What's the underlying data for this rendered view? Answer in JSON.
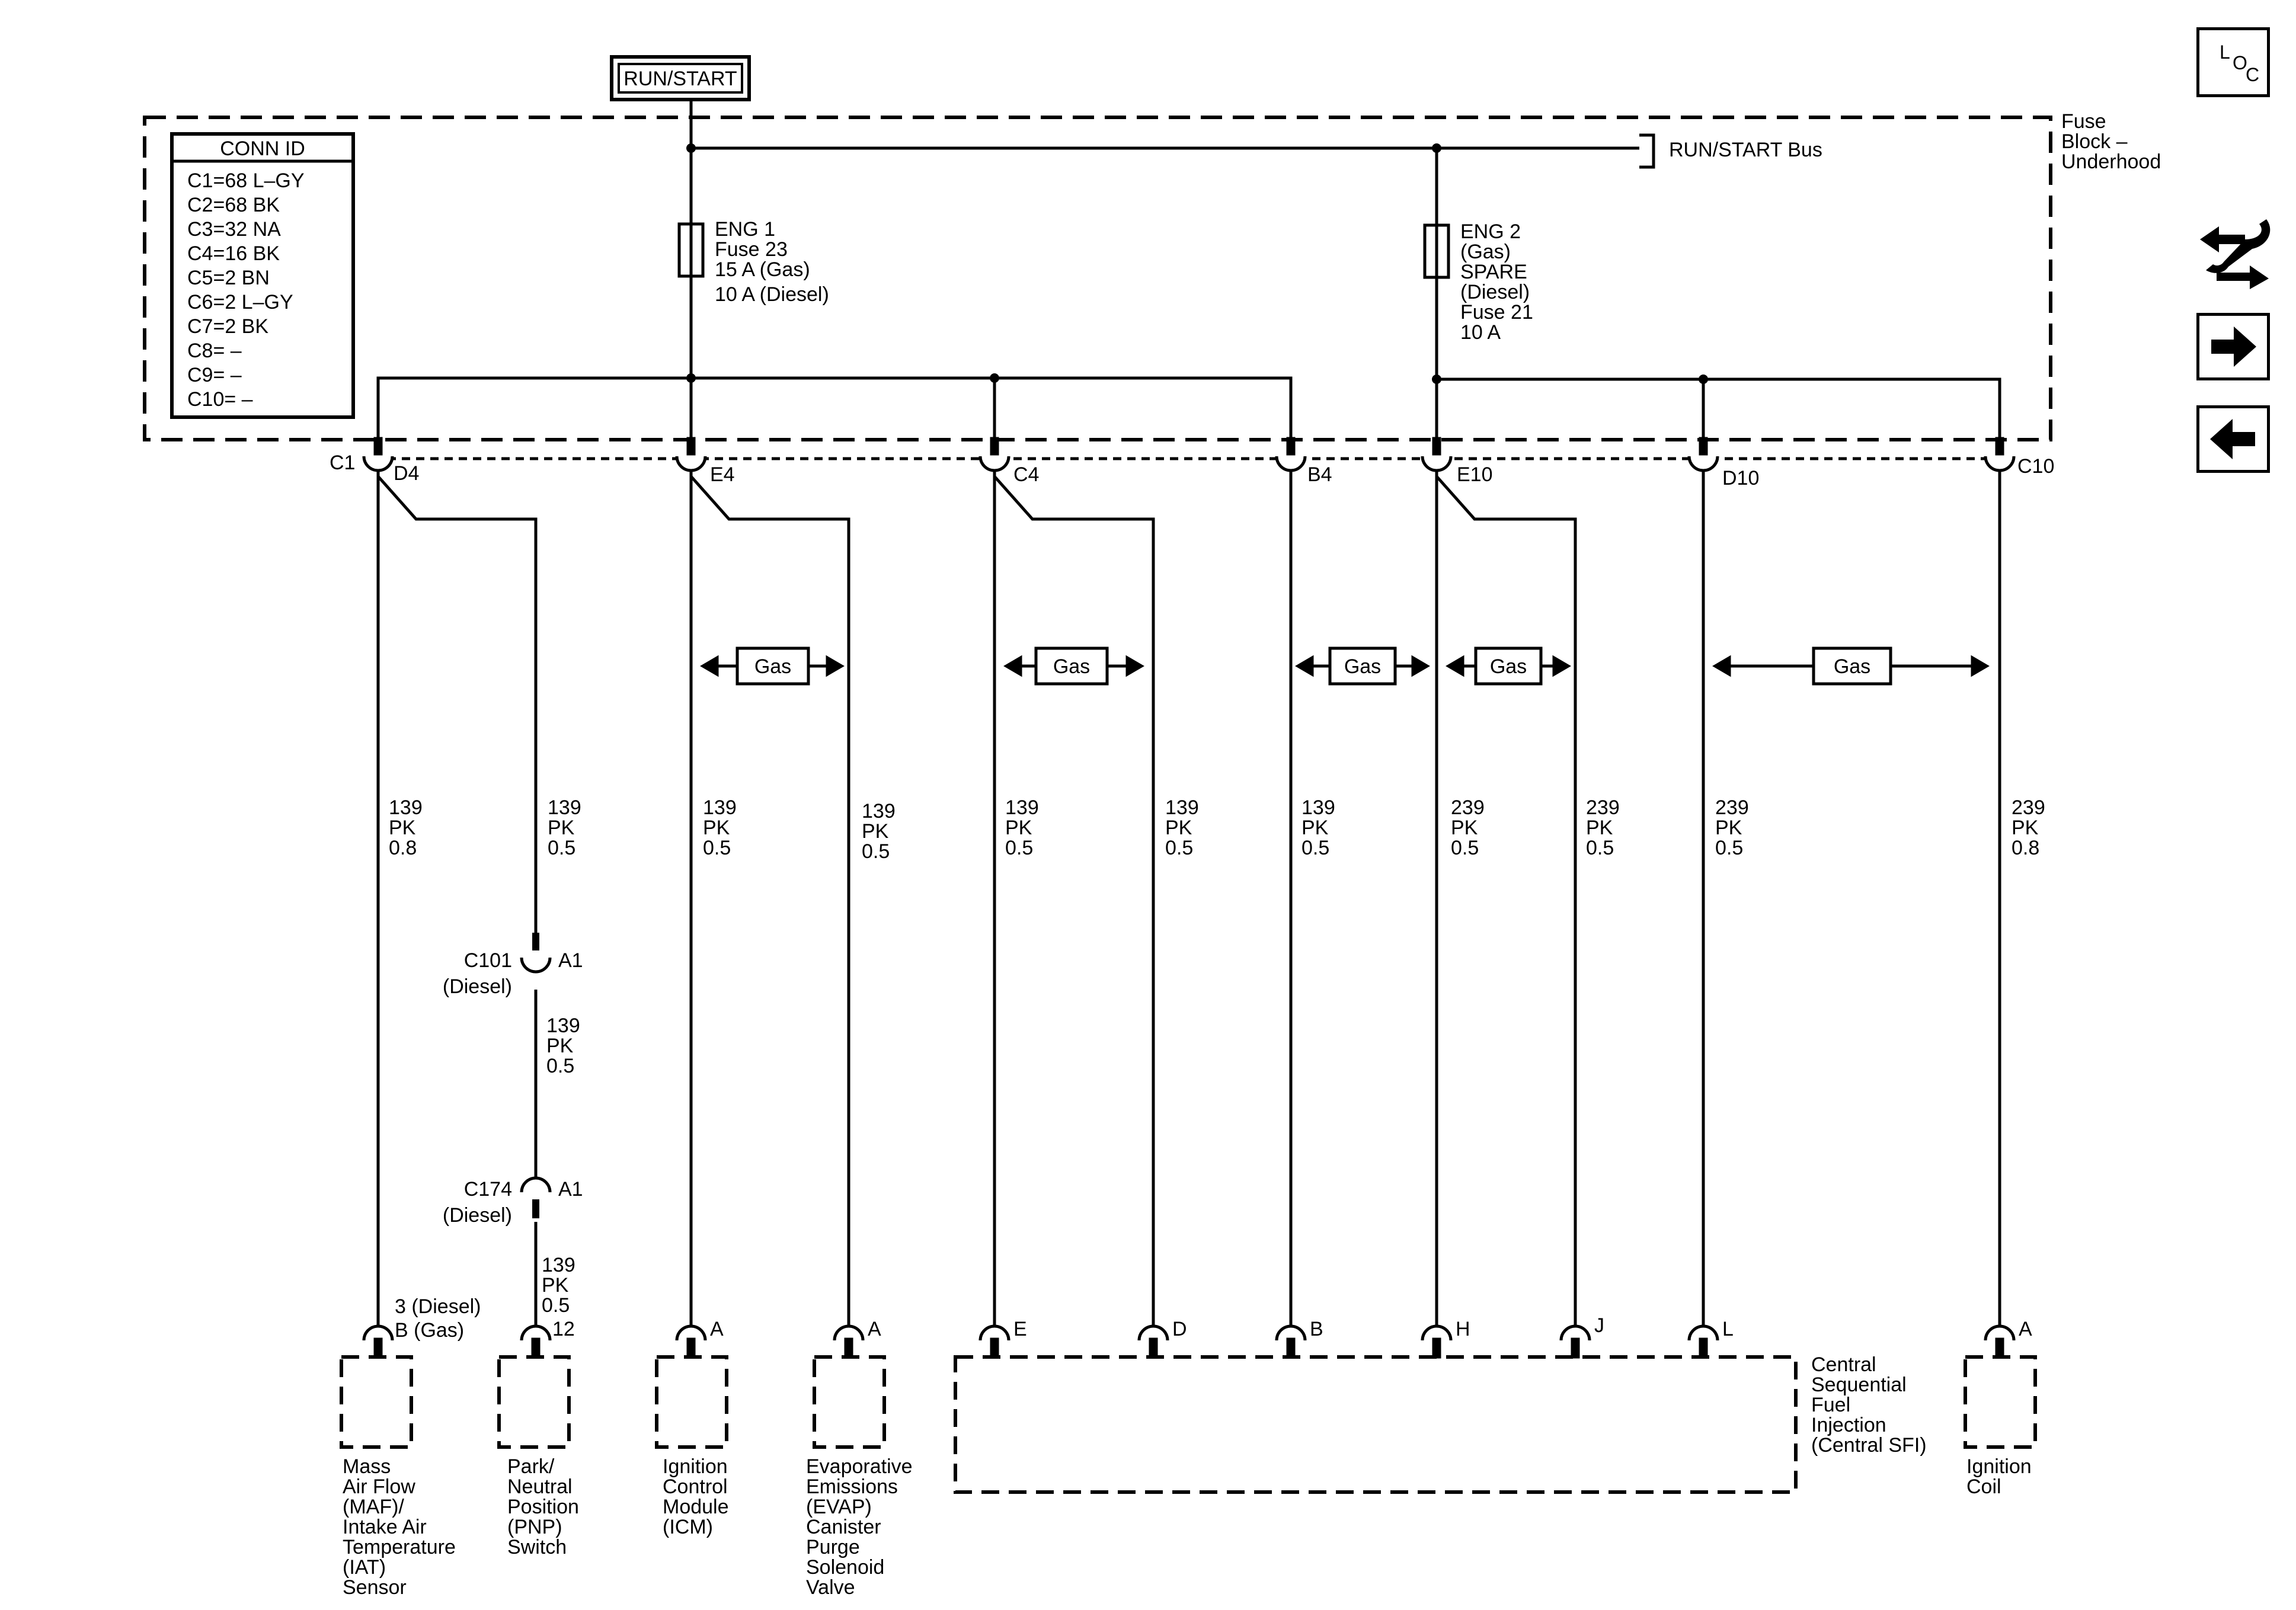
{
  "power": {
    "label": "RUN/START"
  },
  "fuse_block": {
    "label_line1": "Fuse",
    "label_line2": "Block –",
    "label_line3": "Underhood"
  },
  "bus": {
    "label": "RUN/START Bus"
  },
  "conn_id": {
    "title": "CONN ID",
    "rows": [
      "C1=68 L–GY",
      "C2=68 BK",
      "C3=32 NA",
      "C4=16 BK",
      "C5=2 BN",
      "C6=2 L–GY",
      "C7=2 BK",
      "C8= –",
      "C9= –",
      "C10= –"
    ]
  },
  "fuse1": {
    "lines": [
      "ENG 1",
      "Fuse 23",
      "15 A (Gas)",
      "10 A (Diesel)"
    ]
  },
  "fuse2": {
    "lines": [
      "ENG 2",
      "(Gas)",
      "SPARE",
      "(Diesel)",
      "Fuse 21",
      "10 A"
    ]
  },
  "connectors_top": {
    "c1": "C1",
    "d4": "D4",
    "e4": "E4",
    "c4": "C4",
    "b4": "B4",
    "e10": "E10",
    "d10": "D10",
    "c10": "C10"
  },
  "gas_label": "Gas",
  "wires": [
    {
      "id": "w1",
      "circuit": "139",
      "color": "PK",
      "size": "0.8"
    },
    {
      "id": "w2",
      "circuit": "139",
      "color": "PK",
      "size": "0.5"
    },
    {
      "id": "w3",
      "circuit": "139",
      "color": "PK",
      "size": "0.5"
    },
    {
      "id": "w4",
      "circuit": "139",
      "color": "PK",
      "size": "0.5"
    },
    {
      "id": "w5",
      "circuit": "139",
      "color": "PK",
      "size": "0.5"
    },
    {
      "id": "w6",
      "circuit": "139",
      "color": "PK",
      "size": "0.5"
    },
    {
      "id": "w7",
      "circuit": "139",
      "color": "PK",
      "size": "0.5"
    },
    {
      "id": "w8",
      "circuit": "239",
      "color": "PK",
      "size": "0.5"
    },
    {
      "id": "w9",
      "circuit": "239",
      "color": "PK",
      "size": "0.5"
    },
    {
      "id": "w10",
      "circuit": "239",
      "color": "PK",
      "size": "0.5"
    },
    {
      "id": "w11",
      "circuit": "239",
      "color": "PK",
      "size": "0.8"
    },
    {
      "id": "w2b",
      "circuit": "139",
      "color": "PK",
      "size": "0.5"
    },
    {
      "id": "w2c",
      "circuit": "139",
      "color": "PK",
      "size": "0.5"
    }
  ],
  "inline": {
    "c101": {
      "name": "C101",
      "note": "(Diesel)",
      "pin": "A1"
    },
    "c174": {
      "name": "C174",
      "note": "(Diesel)",
      "pin": "A1"
    }
  },
  "pins": {
    "maf": [
      "3 (Diesel)",
      "B (Gas)"
    ],
    "pnp": "12",
    "icm": "A",
    "evap": "A",
    "sfi_e": "E",
    "sfi_d": "D",
    "sfi_b": "B",
    "sfi_h": "H",
    "sfi_j": "J",
    "sfi_l": "L",
    "coil": "A"
  },
  "components": {
    "maf": [
      "Mass",
      "Air Flow",
      "(MAF)/",
      "Intake Air",
      "Temperature",
      "(IAT)",
      "Sensor"
    ],
    "pnp": [
      "Park/",
      "Neutral",
      "Position",
      "(PNP)",
      "Switch"
    ],
    "icm": [
      "Ignition",
      "Control",
      "Module",
      "(ICM)"
    ],
    "evap": [
      "Evaporative",
      "Emissions",
      "(EVAP)",
      "Canister",
      "Purge",
      "Solenoid",
      "Valve"
    ],
    "sfi": [
      "Central",
      "Sequential",
      "Fuel",
      "Injection",
      "(Central SFI)"
    ],
    "coil": [
      "Ignition",
      "Coil"
    ]
  },
  "nav": {
    "loc": {
      "l": "L",
      "o": "O",
      "c": "C"
    },
    "icons": [
      "location-icon",
      "harness-icon",
      "forward-arrow-icon",
      "back-arrow-icon"
    ]
  }
}
